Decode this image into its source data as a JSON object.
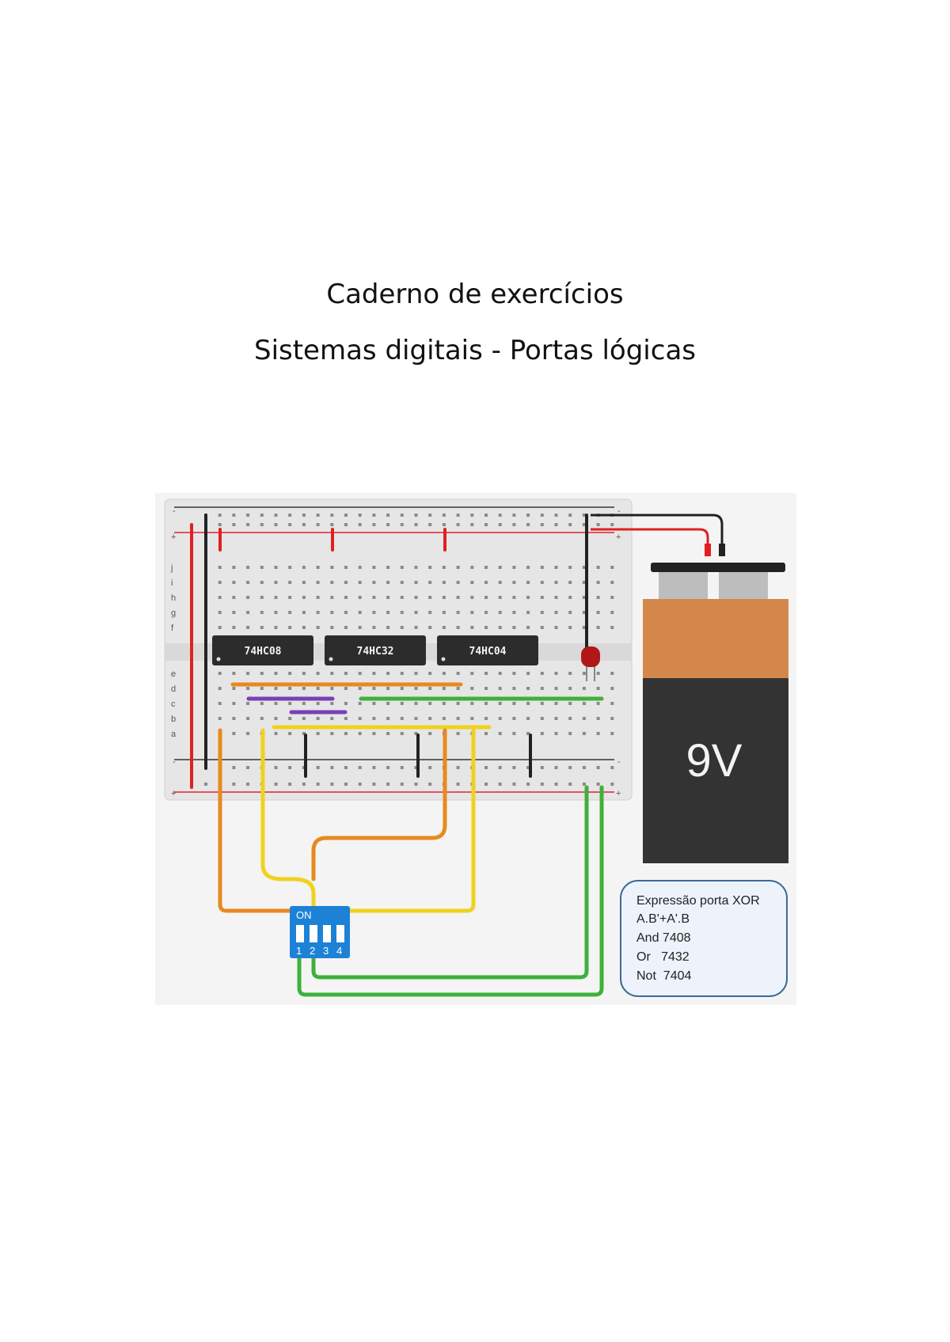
{
  "document": {
    "title_line1": "Caderno de exercícios",
    "title_line2": "Sistemas digitais - Portas lógicas"
  },
  "figure": {
    "chips": [
      "74HC08",
      "74HC32",
      "74HC04"
    ],
    "battery_label": "9V",
    "dip_switch": {
      "on_label": "ON",
      "positions": [
        "1",
        "2",
        "3",
        "4"
      ]
    },
    "note": {
      "lines": [
        "Expressão porta XOR",
        "A.B'+A'.B",
        "And 7408",
        "Or   7432",
        "Not  7404"
      ]
    },
    "rail_symbols": {
      "minus": "-",
      "plus": "+"
    },
    "row_letters_top": [
      "j",
      "i",
      "h",
      "g",
      "f"
    ],
    "row_letters_bottom": [
      "e",
      "d",
      "c",
      "b",
      "a"
    ],
    "colors": {
      "wire_red": "#e02020",
      "wire_black": "#222222",
      "wire_orange": "#e8891e",
      "wire_yellow": "#f0d21e",
      "wire_green": "#3fb03a",
      "wire_purple": "#7a3fb8",
      "battery_top": "#d4874a",
      "battery_body": "#333333",
      "dip_blue": "#1d82d6",
      "note_border": "#3a6a9a",
      "note_fill": "#eef3fb",
      "led_red": "#b01818"
    }
  }
}
